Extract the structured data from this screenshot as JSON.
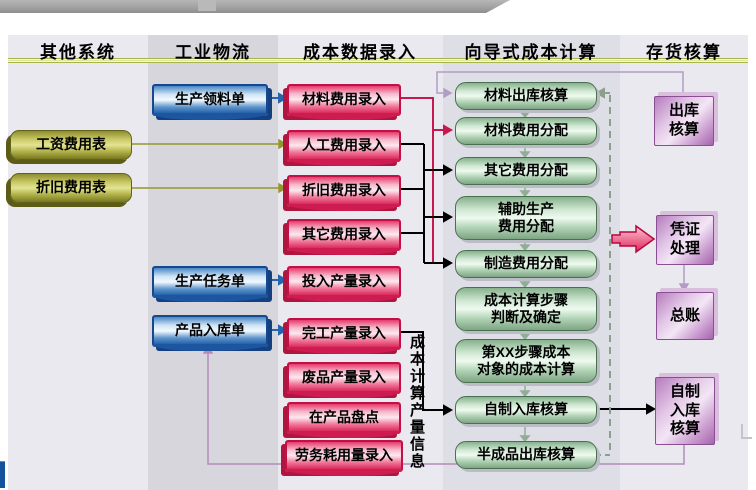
{
  "columns": [
    {
      "id": "other-systems",
      "label": "其他系统"
    },
    {
      "id": "industrial-logistics",
      "label": "工业物流"
    },
    {
      "id": "cost-data-entry",
      "label": "成本数据录入"
    },
    {
      "id": "wizard-cost-calc",
      "label": "向导式成本计算"
    },
    {
      "id": "inventory-accounting",
      "label": "存货核算"
    }
  ],
  "other_systems": {
    "boxes": [
      "工资费用表",
      "折旧费用表"
    ]
  },
  "industrial_logistics": {
    "boxes": [
      "生产领料单",
      "生产任务单",
      "产品入库单"
    ]
  },
  "cost_data_entry": {
    "boxes": [
      "材料费用录入",
      "人工费用录入",
      "折旧费用录入",
      "其它费用录入",
      "投入产量录入",
      "完工产量录入",
      "废品产量录入",
      "在产品盘点",
      "劳务耗用量录入"
    ]
  },
  "wizard_cost_calc": {
    "boxes": [
      "材料出库核算",
      "材料费用分配",
      "其它费用分配",
      "辅助生产\n费用分配",
      "制造费用分配",
      "成本计算步骤\n判断及确定",
      "第XX步骤成本\n对象的成本计算",
      "自制入库核算",
      "半成品出库核算"
    ]
  },
  "inventory_accounting": {
    "boxes": [
      "出库\n核算",
      "凭证\n处理",
      "总账",
      "自制\n入库\n核算"
    ]
  },
  "annotations": {
    "production_qty_info": "成本计算产量信息"
  },
  "colors": {
    "entry_pink": "#e63b6c",
    "entry_pink_border": "#c21046",
    "logistics_blue": "#1c5aa4",
    "source_olive": "#b5b54e",
    "wizard_green": "#cfe7d2",
    "inventory_purple": "#c99ace",
    "accent_red_arrow": "#e0255c",
    "lane_band": "#d6d6dc",
    "panel_bg": "#e9e9ef",
    "header_rule": "#a9b34c"
  }
}
